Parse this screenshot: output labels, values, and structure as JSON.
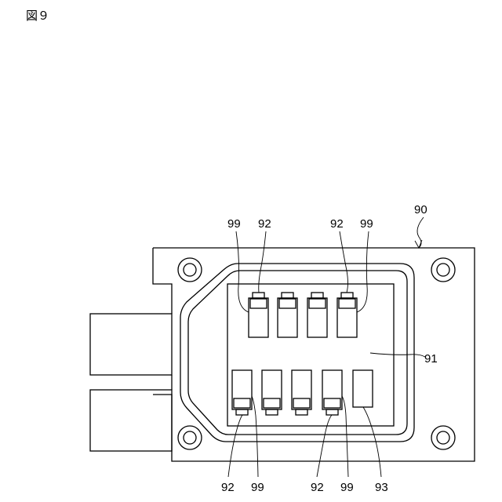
{
  "figure": {
    "title": "図９"
  },
  "labels": {
    "device": "90",
    "board": "91",
    "terminal": "92",
    "connector": "99",
    "component": "93"
  },
  "components": {
    "upper_row_count": 4,
    "lower_row_count": 5
  }
}
